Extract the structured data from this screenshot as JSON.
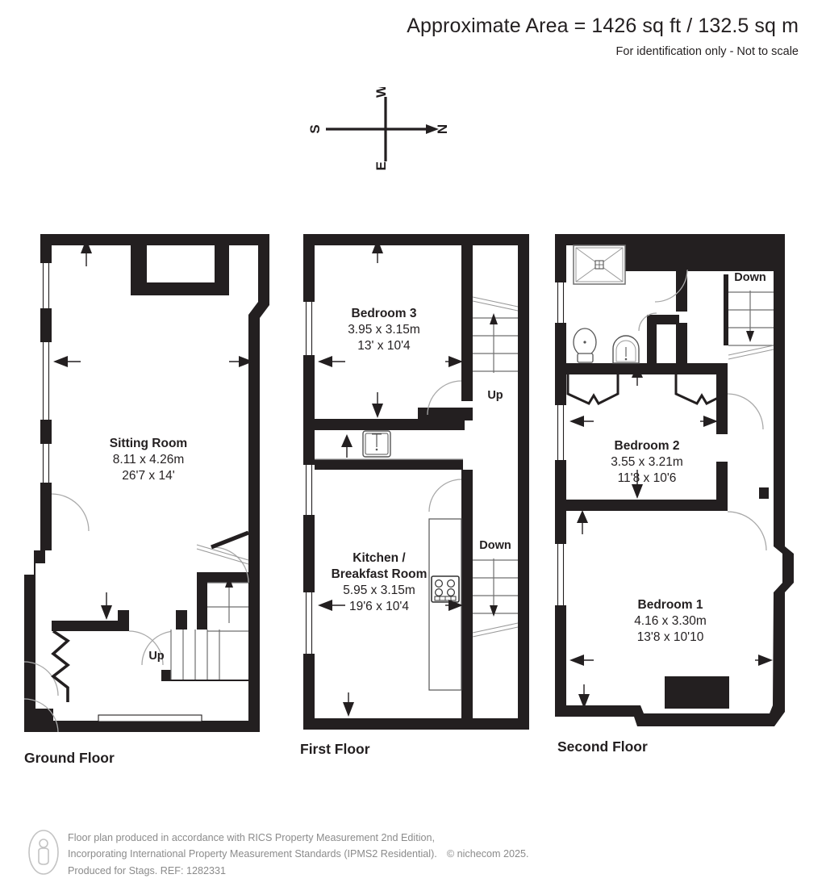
{
  "header": {
    "area_title": "Approximate Area = 1426 sq ft / 132.5 sq m",
    "subtitle": "For identification only - Not to scale"
  },
  "compass": {
    "name": "compass-rose",
    "north": "N",
    "south": "S",
    "east": "E",
    "west": "W"
  },
  "floors": [
    {
      "id": "ground",
      "label": "Ground Floor",
      "rooms": [
        {
          "name": "Sitting Room",
          "dim_metric": "8.11 x 4.26m",
          "dim_imperial": "26'7 x 14'"
        }
      ],
      "stairs": [
        {
          "direction": "Up"
        }
      ]
    },
    {
      "id": "first",
      "label": "First Floor",
      "rooms": [
        {
          "name": "Bedroom 3",
          "dim_metric": "3.95 x 3.15m",
          "dim_imperial": "13' x 10'4"
        },
        {
          "name": "Kitchen /",
          "name2": "Breakfast Room",
          "dim_metric": "5.95 x 3.15m",
          "dim_imperial": "19'6 x 10'4"
        }
      ],
      "stairs": [
        {
          "direction": "Up"
        },
        {
          "direction": "Down"
        }
      ]
    },
    {
      "id": "second",
      "label": "Second Floor",
      "rooms": [
        {
          "name": "Bedroom 2",
          "dim_metric": "3.55 x 3.21m",
          "dim_imperial": "11'8 x 10'6"
        },
        {
          "name": "Bedroom 1",
          "dim_metric": "4.16 x 3.30m",
          "dim_imperial": "13'8 x 10'10"
        }
      ],
      "stairs": [
        {
          "direction": "Down"
        }
      ]
    }
  ],
  "footer": {
    "line1": "Floor plan produced in accordance with RICS Property Measurement 2nd Edition,",
    "line2": "Incorporating International Property Measurement Standards (IPMS2 Residential).",
    "copyright": "© nichecom 2025.",
    "line3": "Produced for Stags.   REF: 1282331"
  },
  "colors": {
    "wall": "#231f20",
    "text": "#231f20",
    "footer_text": "#8b8b8b",
    "background": "#ffffff"
  }
}
